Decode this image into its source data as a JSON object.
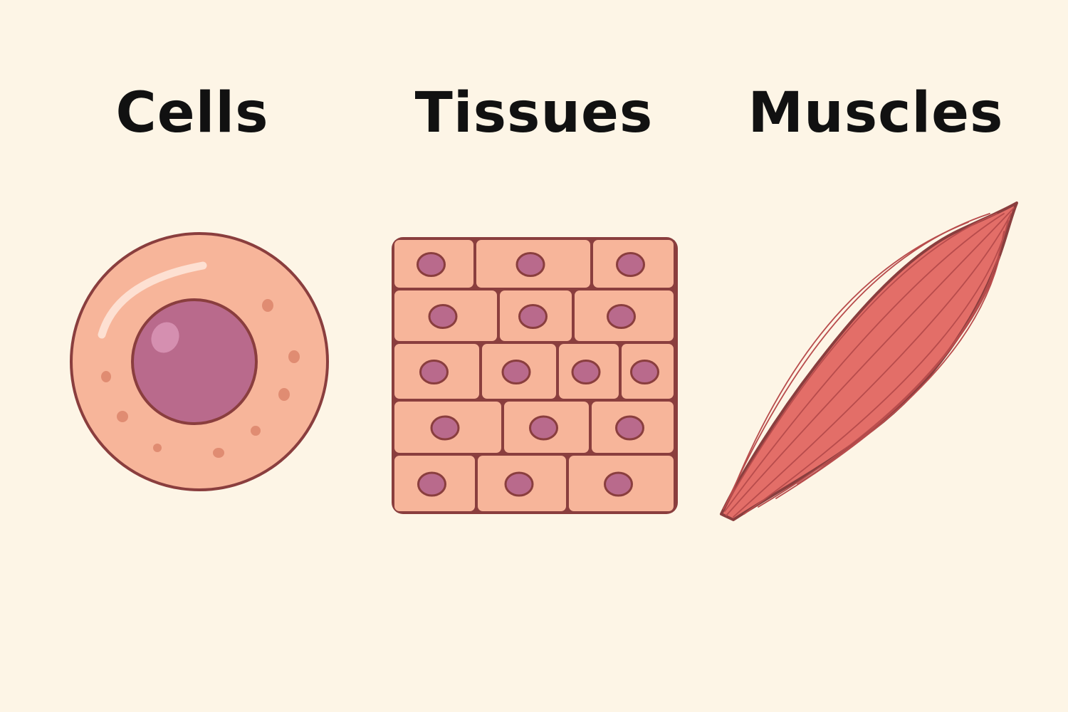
{
  "labels": {
    "cells": "Cells",
    "tissues": "Tissues",
    "muscles": "Muscles"
  },
  "colors": {
    "background": "#fdf5e6",
    "outline": "#8a3e3e",
    "cell_fill": "#f7b59a",
    "nucleus_fill": "#b96a8c",
    "organelle_fill": "#e08c72",
    "muscle_fill": "#e36e68",
    "muscle_fiber": "#b84c4c"
  }
}
